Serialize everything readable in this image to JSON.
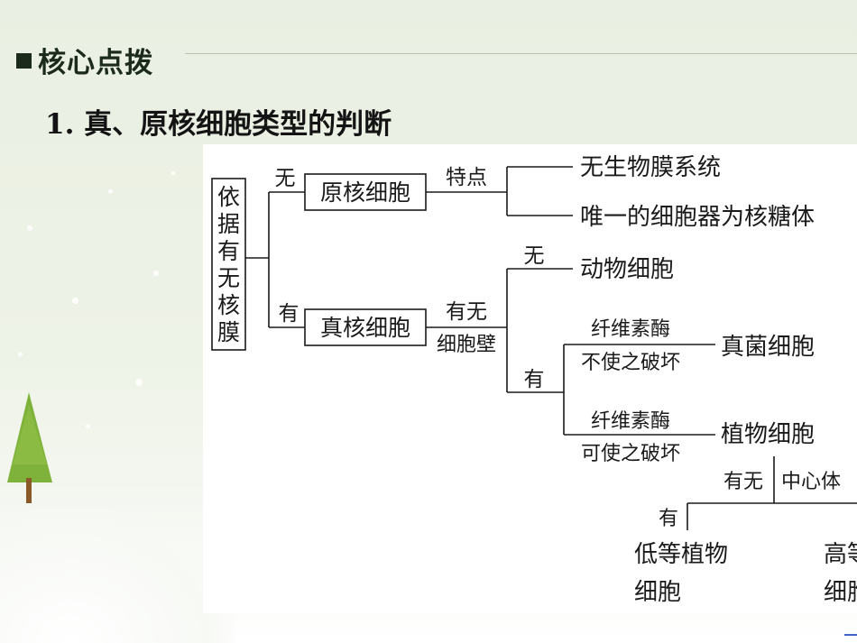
{
  "heading": "核心点拨",
  "subheading": "1. 真、原核细胞类型的判断",
  "diagram": {
    "root": [
      "依",
      "据",
      "有",
      "无",
      "核",
      "膜"
    ],
    "branch_no": "无",
    "branch_yes": "有",
    "prokaryote": "原核细胞",
    "feature_label": "特点",
    "feature_1": "无生物膜系统",
    "feature_2": "唯一的细胞器为核糖体",
    "eukaryote": "真核细胞",
    "wall_label_1": "有无",
    "wall_label_2": "细胞壁",
    "wall_no": "无",
    "animal": "动物细胞",
    "wall_yes": "有",
    "enzyme_a_1": "纤维素酶",
    "enzyme_a_2": "不使之破坏",
    "fungus": "真菌细胞",
    "enzyme_b_1": "纤维素酶",
    "enzyme_b_2": "可使之破坏",
    "plant": "植物细胞",
    "centriole_q": "有无",
    "centriole": "中心体",
    "centriole_yes": "有",
    "lower_plant_1": "低等植物",
    "lower_plant_2": "细胞",
    "higher_plant_1": "高等",
    "higher_plant_2": "细胞"
  },
  "colors": {
    "text": "#1a1a1a",
    "tree_trunk": "#8a5a2b",
    "tree_leaf": "#7fb23a"
  }
}
